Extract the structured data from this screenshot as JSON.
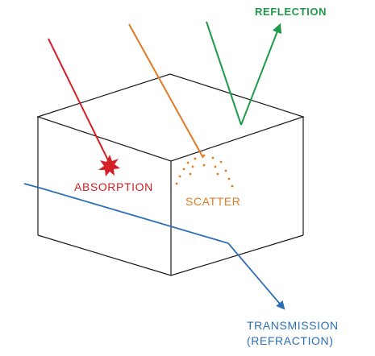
{
  "labels": {
    "reflection": "REFLECTION",
    "absorption": "ABSORPTION",
    "scatter": "SCATTER",
    "transmission_line1": "TRANSMISSION",
    "transmission_line2": "(REFRACTION)"
  },
  "colors": {
    "box": "#1a1a1a",
    "reflection": "#1e9a4a",
    "absorption": "#d42027",
    "scatter": "#e07b22",
    "transmission": "#2c6fb5"
  }
}
